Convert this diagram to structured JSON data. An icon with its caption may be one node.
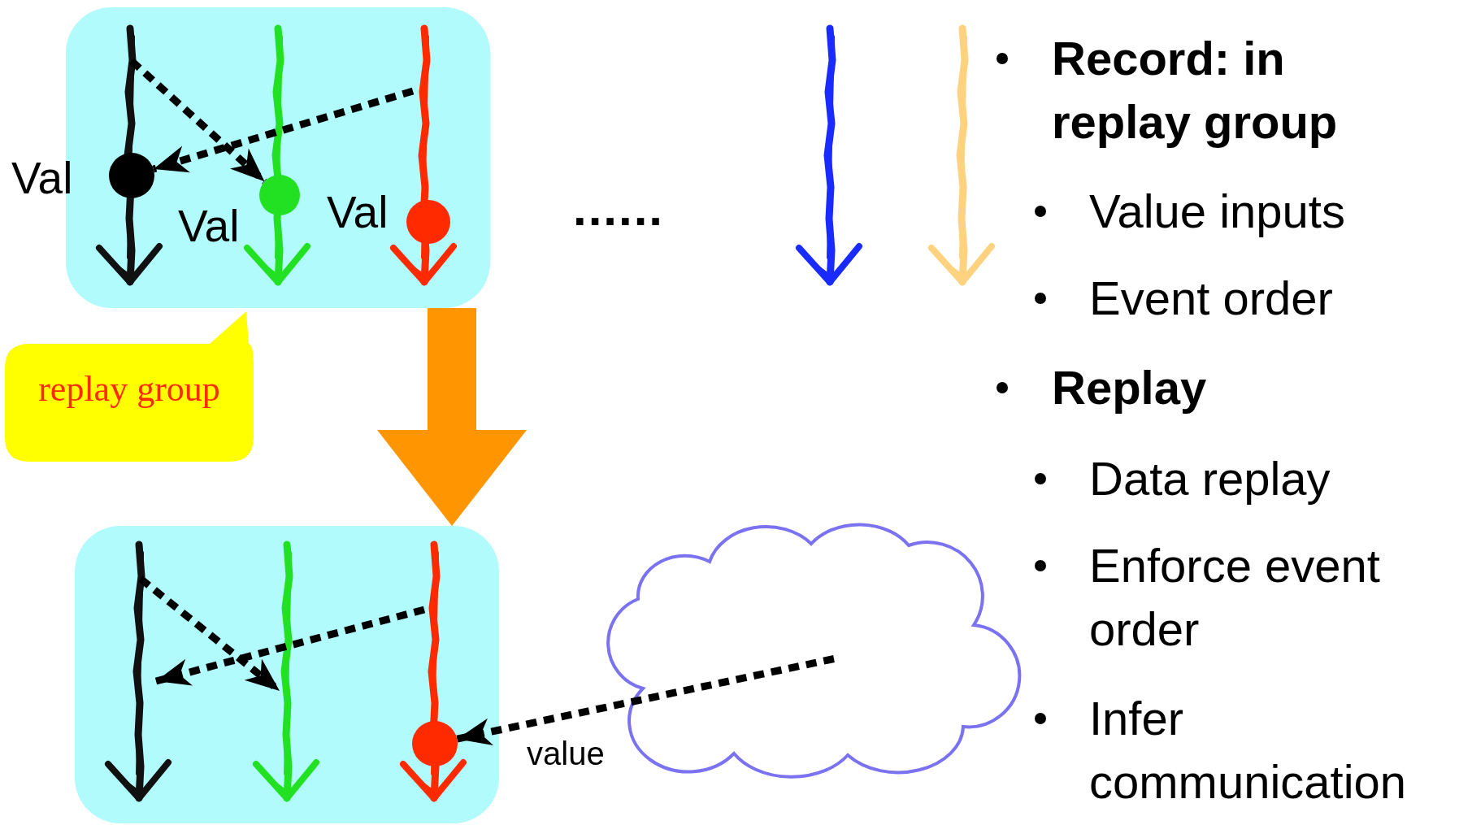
{
  "diagram": {
    "nodes": [
      {
        "text": [],
        "shape": "box"
      },
      {
        "text": [],
        "shape": "circle",
        "in": 0
      },
      {
        "text": [],
        "shape": "circle",
        "in": 0
      },
      {
        "text": [],
        "shape": "circle",
        "in": 0
      },
      {
        "text": [
          "replay group"
        ]
      },
      {
        "text": [],
        "shape": "box"
      },
      {
        "text": [],
        "shape": "circle",
        "in": 5
      },
      {
        "text": [],
        "shape": "cloud"
      }
    ],
    "edges": [
      {
        "from": null,
        "to": 2,
        "arrow": "to",
        "style": "dashed"
      },
      {
        "from": null,
        "to": 1,
        "arrow": "to",
        "style": "dashed"
      },
      {
        "from": 0,
        "to": 5,
        "arrow": "to",
        "style": "thick",
        "color": "#ff9500"
      },
      {
        "from": 7,
        "to": 6,
        "arrow": "to",
        "style": "dashed",
        "label": "value"
      }
    ],
    "labels": [
      "Val",
      "Val",
      "Val",
      "......",
      "Record: in replay group",
      "Value inputs",
      "Event order",
      "Replay",
      "Data replay",
      "Enforce event order",
      "Infer communication"
    ]
  }
}
